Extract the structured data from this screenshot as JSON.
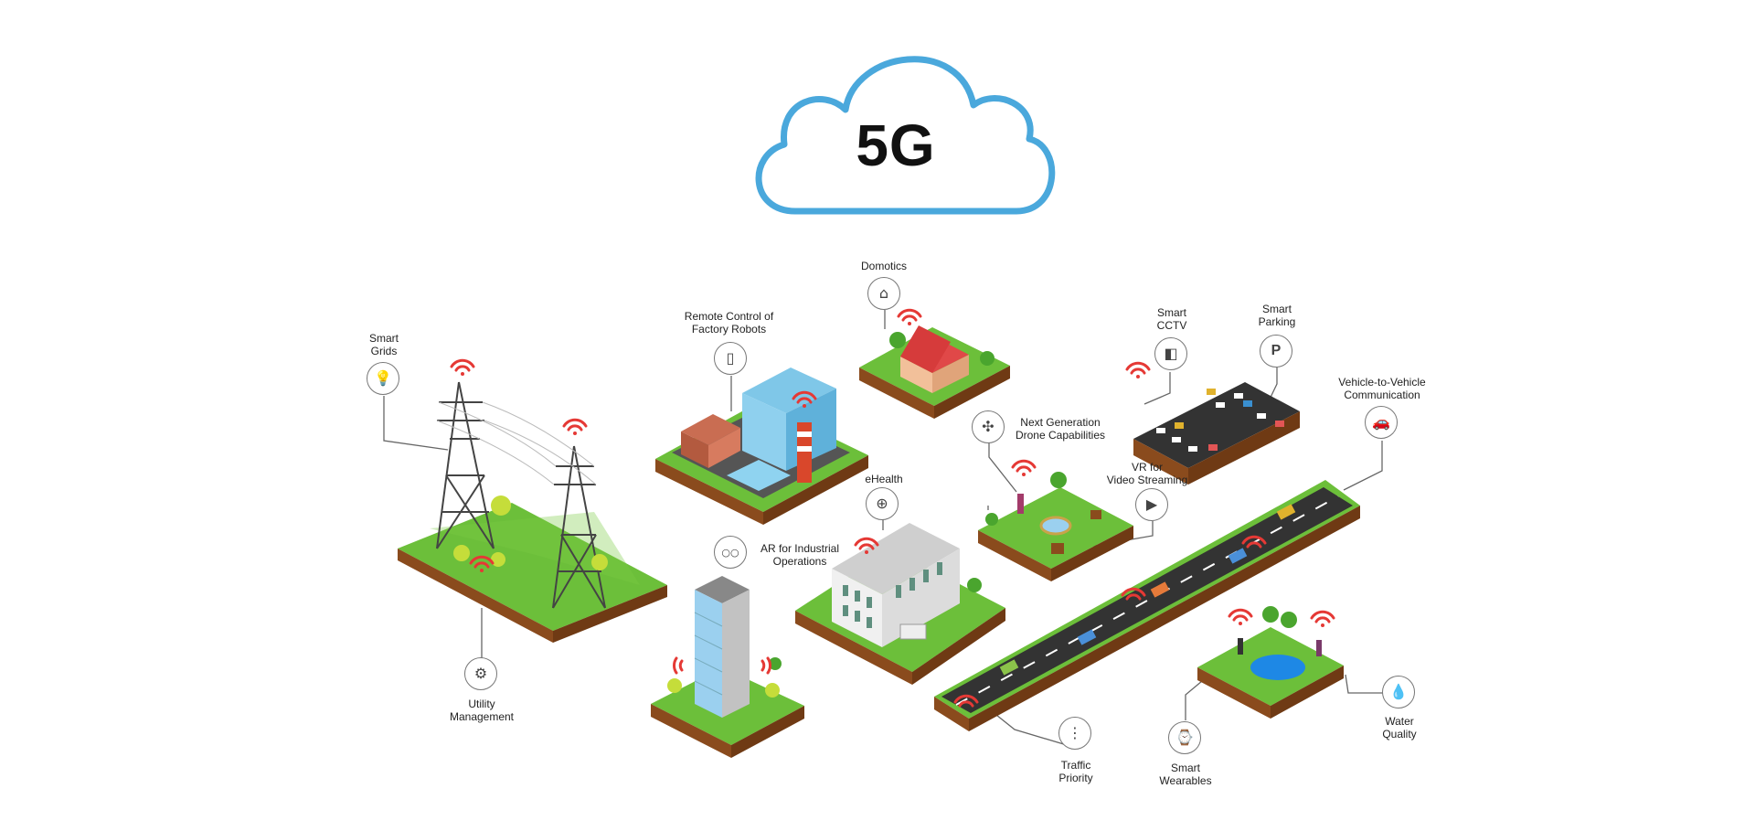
{
  "cloud": {
    "title": "5G",
    "color": "#4aa8dc"
  },
  "colors": {
    "grass": "#6cbf3a",
    "soil": "#8a4b1d",
    "signal": "#e53935",
    "road": "#333333",
    "water": "#1e88e5"
  },
  "labels": {
    "smart_grids": [
      "Smart",
      "Grids"
    ],
    "utility_management": [
      "Utility",
      "Management"
    ],
    "remote_control": [
      "Remote Control of",
      "Factory Robots"
    ],
    "domotics": [
      "Domotics"
    ],
    "ehealth": [
      "eHealth"
    ],
    "ar_industrial": [
      "AR for Industrial",
      "Operations"
    ],
    "drone": [
      "Next Generation",
      "Drone Capabilities"
    ],
    "vr_video": [
      "VR for",
      "Video Streaming"
    ],
    "smart_cctv": [
      "Smart",
      "CCTV"
    ],
    "smart_parking": [
      "Smart",
      "Parking"
    ],
    "v2v": [
      "Vehicle-to-Vehicle",
      "Communication"
    ],
    "traffic_priority": [
      "Traffic",
      "Priority"
    ],
    "smart_wearables": [
      "Smart",
      "Wearables"
    ],
    "water_quality": [
      "Water",
      "Quality"
    ]
  },
  "icons": {
    "smart_grids": {
      "name": "lightbulb-icon",
      "glyph": "💡"
    },
    "utility_management": {
      "name": "gear-lightning-icon",
      "glyph": "⚙"
    },
    "remote_control": {
      "name": "smartphone-icon",
      "glyph": "▯"
    },
    "domotics": {
      "name": "smart-home-icon",
      "glyph": "⌂"
    },
    "ehealth": {
      "name": "laptop-medical-icon",
      "glyph": "⊕"
    },
    "ar_industrial": {
      "name": "ar-glasses-icon",
      "glyph": "○○"
    },
    "drone": {
      "name": "drone-icon",
      "glyph": "✣"
    },
    "vr_video": {
      "name": "video-play-icon",
      "glyph": "▶"
    },
    "smart_cctv": {
      "name": "cctv-camera-icon",
      "glyph": "◧"
    },
    "smart_parking": {
      "name": "parking-icon",
      "glyph": "P"
    },
    "v2v": {
      "name": "car-icon",
      "glyph": "🚗"
    },
    "traffic_priority": {
      "name": "traffic-light-icon",
      "glyph": "⋮"
    },
    "smart_wearables": {
      "name": "smartwatch-icon",
      "glyph": "⌚"
    },
    "water_quality": {
      "name": "water-tap-icon",
      "glyph": "💧"
    }
  }
}
